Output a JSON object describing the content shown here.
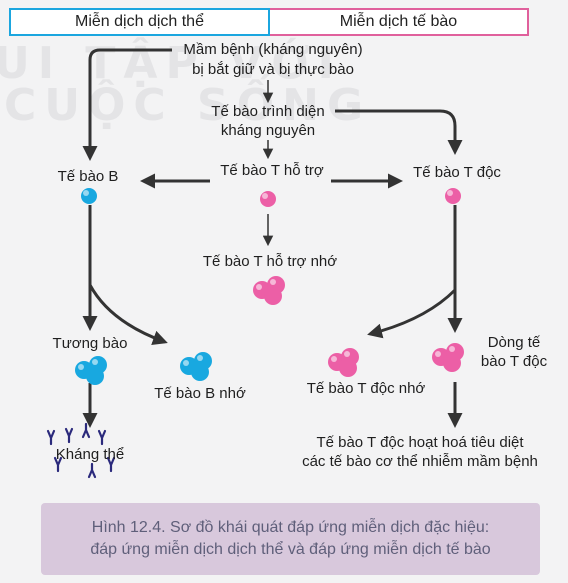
{
  "headers": {
    "humoral": "Miễn dịch dịch thể",
    "cellular": "Miễn dịch tế bào"
  },
  "watermark": [
    "UI TẬP VỚI",
    "CUỘC SỐNG"
  ],
  "nodes": {
    "pathogen_line1": "Mầm bệnh (kháng nguyên)",
    "pathogen_line2": "bị bắt giữ và bị thực bào",
    "apc_line1": "Tế bào trình diện",
    "apc_line2": "kháng nguyên",
    "helper_t": "Tế bào T hỗ trợ",
    "b_cell": "Tế bào B",
    "cytotoxic_t": "Tế bào T độc",
    "memory_helper_t": "Tế bào T hỗ trợ nhớ",
    "plasma_cell": "Tương bào",
    "memory_b": "Tế bào B nhớ",
    "memory_cytotoxic_t": "Tế bào T độc nhớ",
    "cytotoxic_line1": "Dòng tế",
    "cytotoxic_line2": "bào T độc",
    "antibody": "Kháng thể",
    "result_line1": "Tế bào T độc hoạt hoá tiêu diệt",
    "result_line2": "các tế bào cơ thể nhiễm mầm bệnh"
  },
  "caption": {
    "line1": "Hình 12.4. Sơ đồ khái quát đáp ứng miễn dịch đặc hiệu:",
    "line2": "đáp ứng miễn dịch dịch thể và đáp ứng miễn dịch tế bào"
  },
  "colors": {
    "humoral_border": "#1ba6df",
    "cellular_border": "#e0609c",
    "b_cell": "#18a8e0",
    "t_cell": "#ec5fa6",
    "antibody": "#2b2a7c",
    "arrow": "#333333",
    "caption_bg": "#d8c8dc"
  }
}
